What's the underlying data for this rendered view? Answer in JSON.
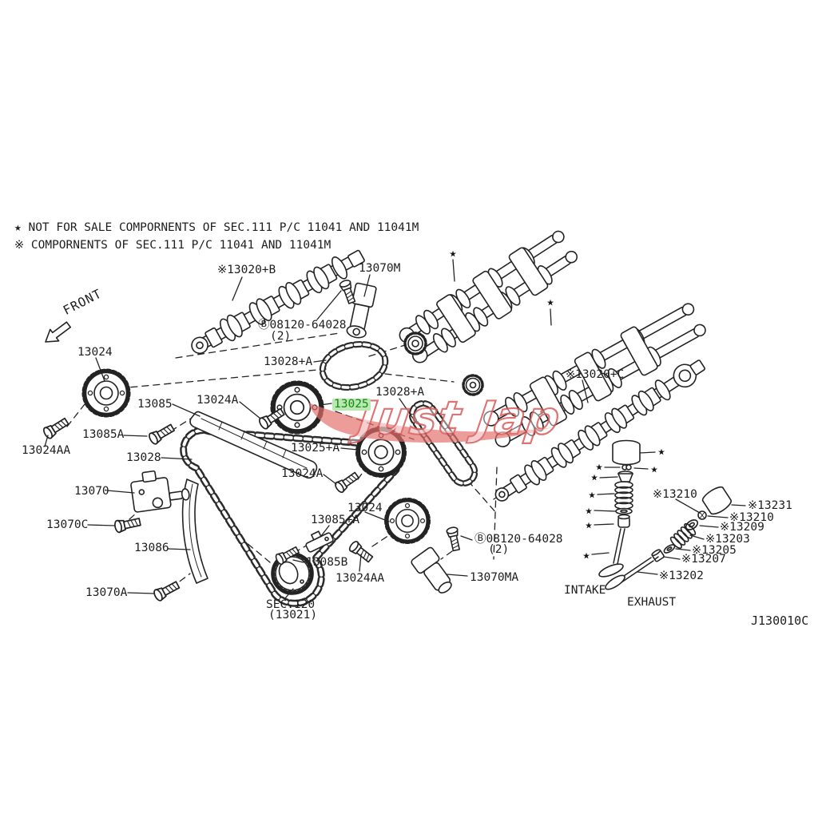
{
  "notes": {
    "line1": "★ NOT FOR SALE COMPORNENTS OF SEC.111 P/C 11041 AND 11041M",
    "line2": "※ COMPORNENTS OF SEC.111 P/C 11041 AND 11041M"
  },
  "front_label": "FRONT",
  "watermark": {
    "text": "Just Jap"
  },
  "diagram_code": "J130010C",
  "glyphs": {
    "star": "★"
  },
  "labels": {
    "l13020b": "※13020+B",
    "l13070m": "13070M",
    "lb08120": "Ⓑ08120-64028",
    "lqty2": "(2)",
    "l13028a": "13028+A",
    "l13024": "13024",
    "l13085": "13085",
    "l13024a": "13024A",
    "l13025": "13025",
    "l13085a": "13085A",
    "l13024aa": "13024AA",
    "l13028": "13028",
    "l13025a": "13025+A",
    "l13070": "13070",
    "l13070c": "13070C",
    "l13086": "13086",
    "l13070a": "13070A",
    "l13085pa": "13085+A",
    "l13085b": "13085B",
    "lsec120": "SEC.120",
    "l13021": "(13021)",
    "l13070ma": "13070MA",
    "l13020c": "※13020+C",
    "l13210": "※13210",
    "l13231": "※13231",
    "l13209": "※13209",
    "l13203": "※13203",
    "l13205": "※13205",
    "l13207": "※13207",
    "l13202": "※13202",
    "lintake": "INTAKE",
    "lexhaust": "EXHAUST"
  },
  "colors": {
    "line": "#232323",
    "highlight_bg": "#b9e8b0",
    "highlight_text": "#128a12",
    "watermark_red": "#d95b5b"
  }
}
